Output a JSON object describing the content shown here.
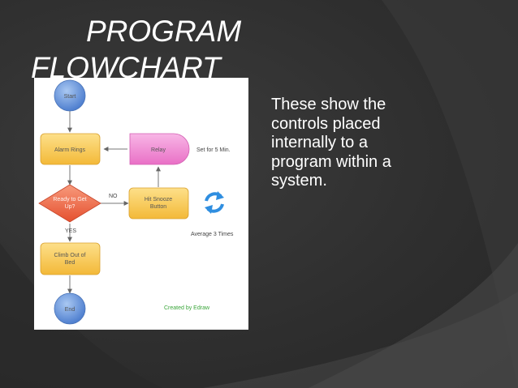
{
  "slide": {
    "title_line1": "PROGRAM",
    "title_line2": "FLOWCHART",
    "body": "These show the controls placed internally to a program within a system."
  },
  "flowchart": {
    "start": "Start",
    "alarm": "Alarm Rings",
    "relay": "Relay",
    "relay_note": "Set for 5 Min.",
    "decision_line1": "Ready to Get",
    "decision_line2": "Up?",
    "no_label": "NO",
    "yes_label": "YES",
    "snooze_line1": "Hit Snooze",
    "snooze_line2": "Button",
    "snooze_note": "Average 3 Times",
    "climb_line1": "Climb Out of",
    "climb_line2": "Bed",
    "end": "End",
    "credit": "Created by Edraw",
    "loop_icon": "refresh-icon"
  },
  "colors": {
    "background": "#2f2f2f",
    "circle_blue": "#5b8fd6",
    "process_orange": "#f7c657",
    "decision_red": "#ee6b4a",
    "relay_pink": "#f28ad3",
    "loop_icon_blue": "#2f8ee0"
  }
}
